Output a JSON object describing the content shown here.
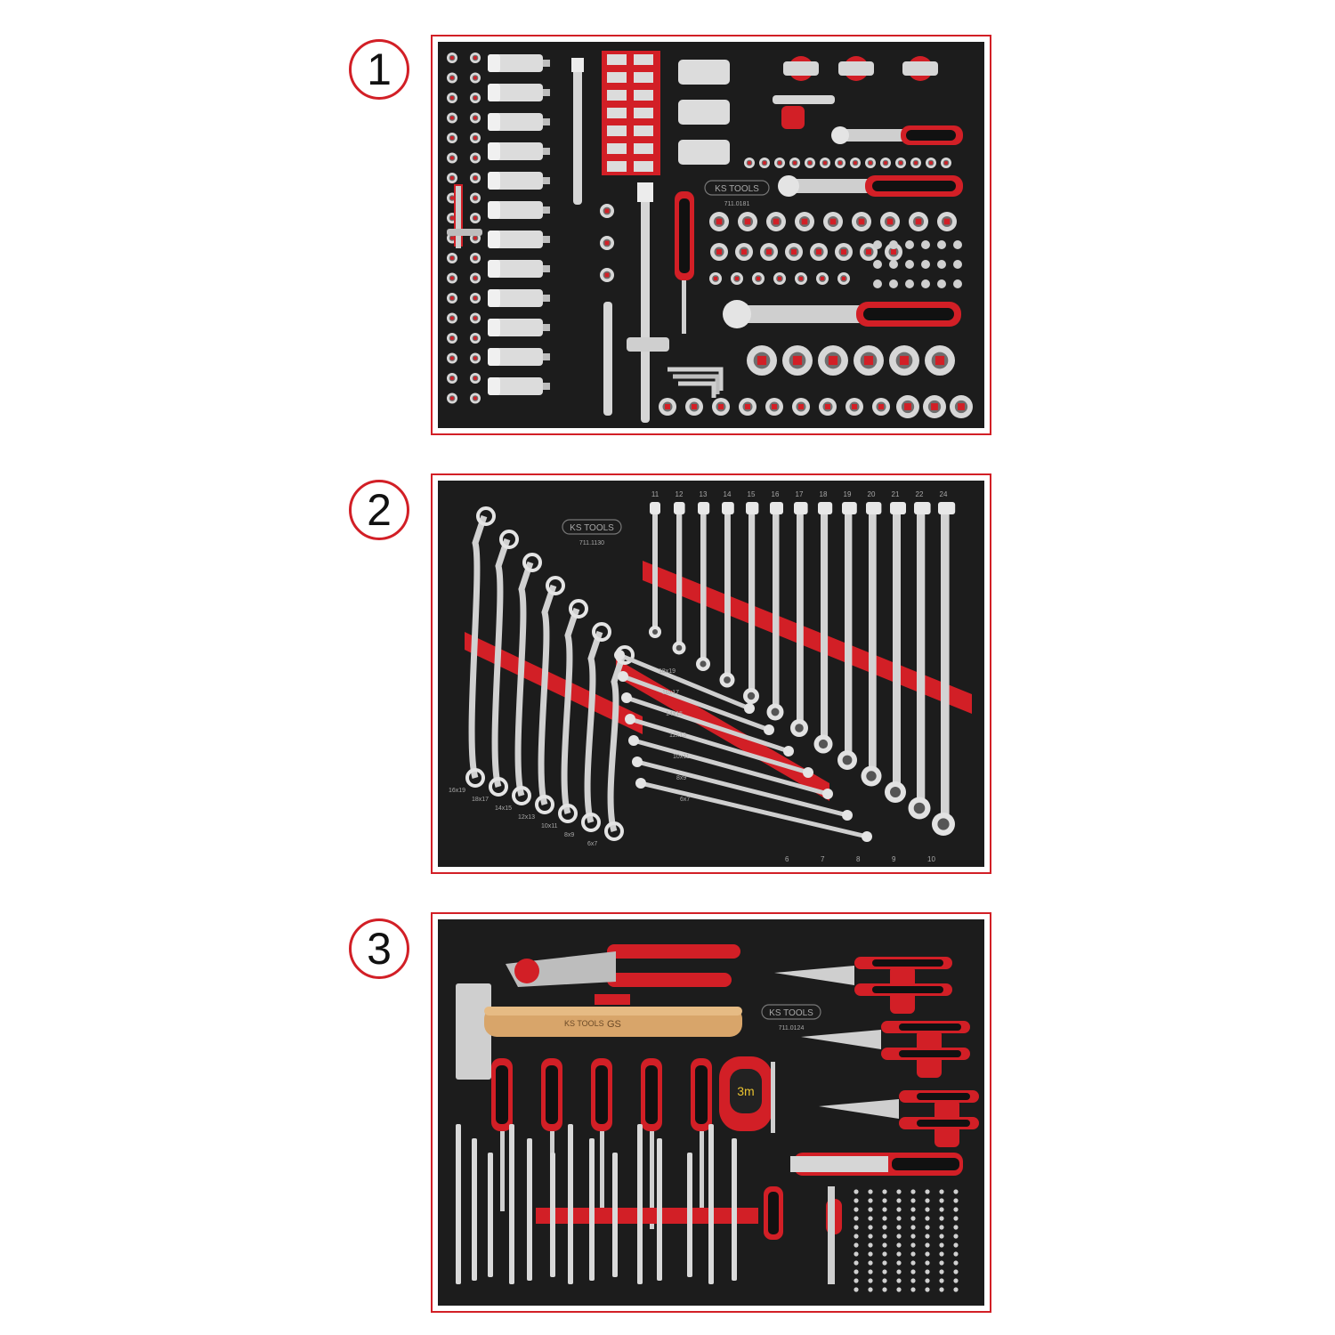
{
  "trays": [
    {
      "number": "1",
      "logo": "KS TOOLS",
      "part_no": "711.0181",
      "icons": [
        "socket-icon",
        "ratchet-icon",
        "extension-bar-icon",
        "t-handle-icon",
        "hex-key-icon",
        "bit-icon"
      ]
    },
    {
      "number": "2",
      "logo": "KS TOOLS",
      "part_no": "711.1130",
      "combination_sizes": [
        "11",
        "12",
        "13",
        "14",
        "15",
        "16",
        "17",
        "18",
        "19",
        "20",
        "21",
        "22",
        "24"
      ],
      "bottom_sizes": [
        "6",
        "7",
        "8",
        "9",
        "10"
      ],
      "ring_labels": [
        "16x19",
        "18x17",
        "14x15",
        "12x13",
        "10x11",
        "8x9",
        "6x7"
      ],
      "open_labels": [
        "18x19",
        "16x17",
        "14x15",
        "12x13",
        "10x11",
        "8x9",
        "6x7"
      ],
      "icons": [
        "ring-spanner-icon",
        "combination-spanner-icon",
        "open-end-spanner-icon"
      ]
    },
    {
      "number": "3",
      "logo": "KS TOOLS",
      "part_no": "711.0124",
      "hammer_brand": "KS TOOLS",
      "handle_mark": "GS",
      "tape_label": "3m",
      "icons": [
        "pliers-icon",
        "hammer-icon",
        "screwdriver-icon",
        "tape-measure-icon",
        "cutter-knife-icon",
        "punch-icon",
        "bit-icon"
      ]
    }
  ],
  "colors": {
    "frame": "#d21f26",
    "foam": "#1c1c1c",
    "accent": "#e0202a",
    "metal": "#d9d9d9"
  }
}
